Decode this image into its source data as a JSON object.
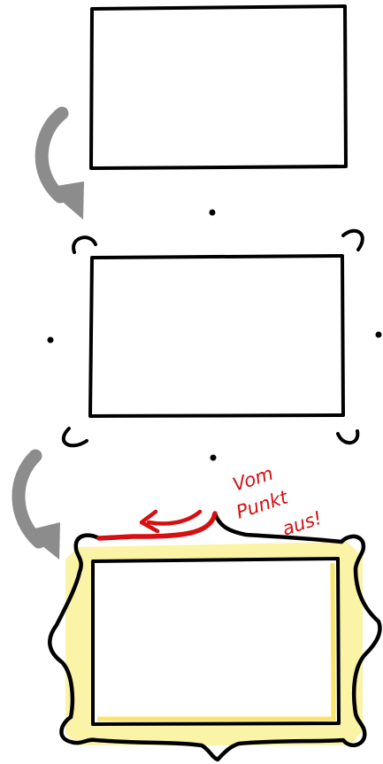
{
  "colors": {
    "ink": "#000000",
    "arrow": "#8c8c8c",
    "highlight": "#d50f12",
    "frame_fill": "#fbf3a6"
  },
  "icons": {
    "step_arrow": "curved-arrow-icon",
    "direction_arrow": "red-arrow-icon"
  },
  "annotation": {
    "line1": "Vom",
    "line2": "Punkt",
    "line3": "aus!"
  }
}
